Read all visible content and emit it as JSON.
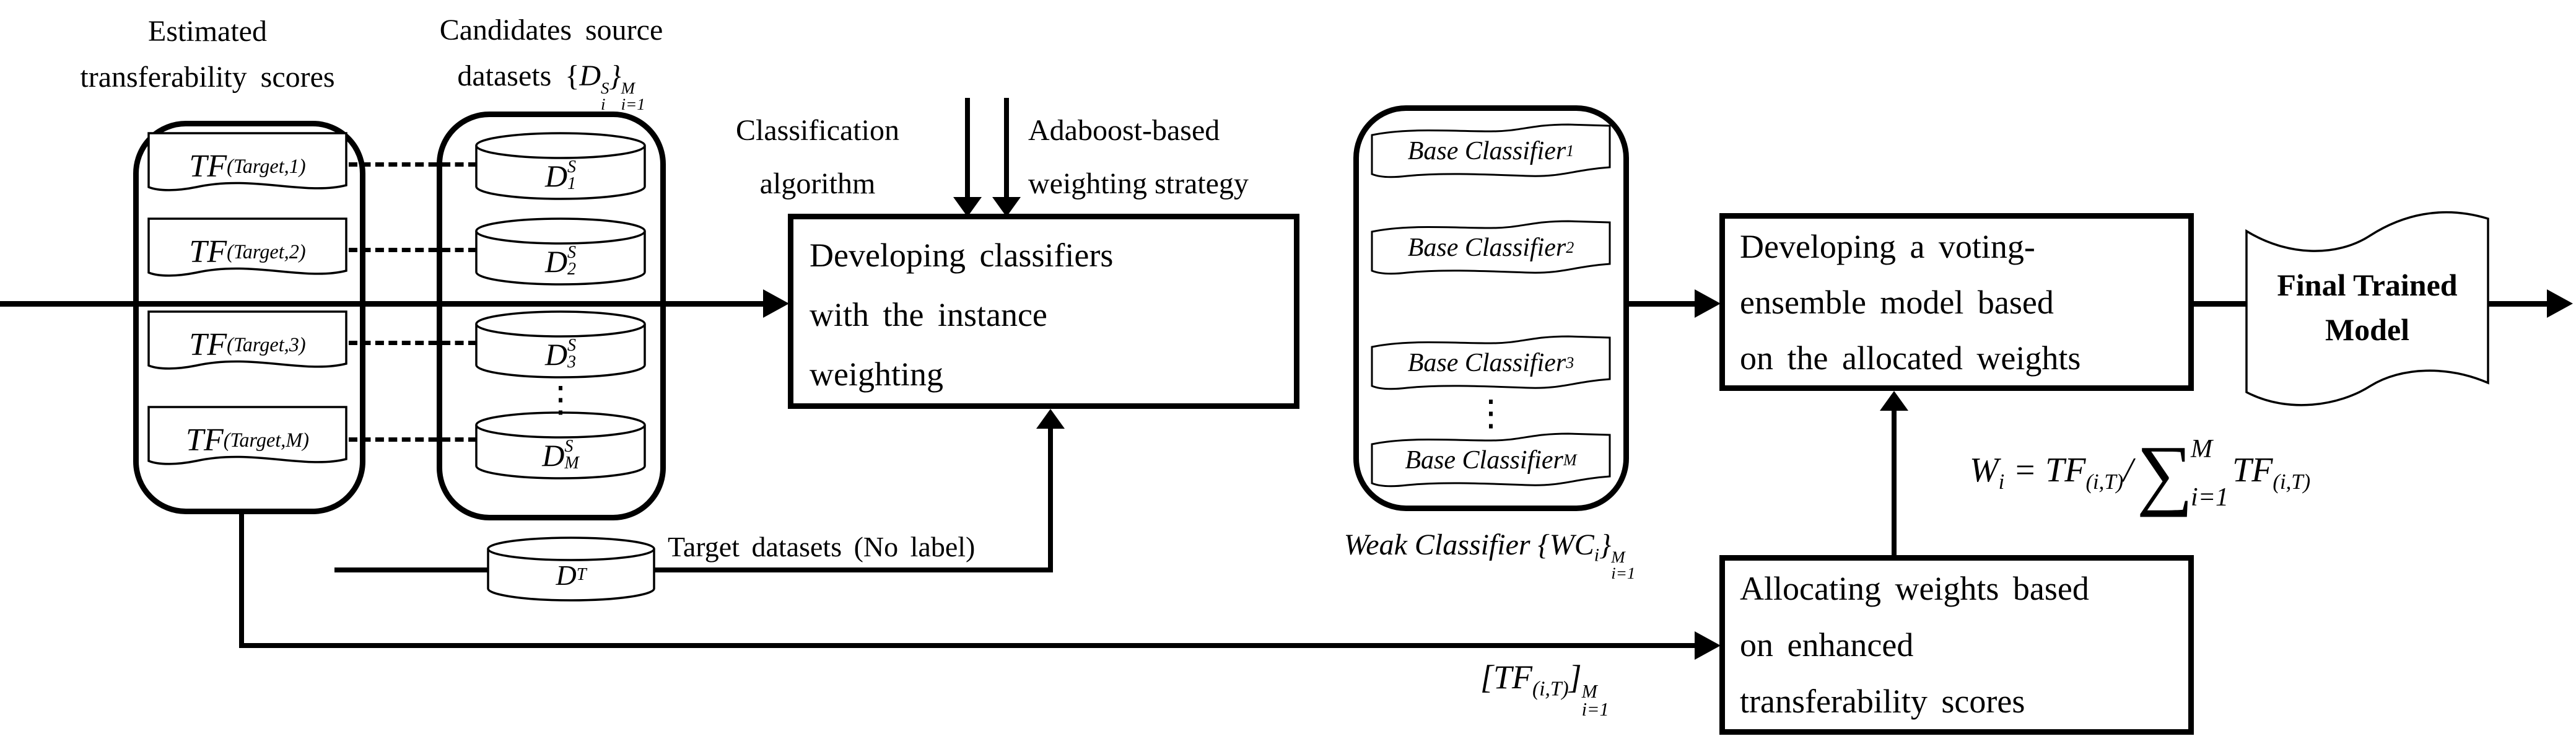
{
  "headings": {
    "estimated_line1": "Estimated",
    "estimated_line2": "transferability scores",
    "candidates_line1": "Candidates source",
    "candidates_prefix": "datasets {",
    "candidates_d": "D",
    "candidates_d_sup": "S",
    "candidates_d_sub": "i",
    "candidates_close": "}",
    "candidates_m": "M",
    "candidates_im": "i=1"
  },
  "tf_box": {
    "items": [
      {
        "base": "TF",
        "sub": "(Target,1)"
      },
      {
        "base": "TF",
        "sub": "(Target,2)"
      },
      {
        "base": "TF",
        "sub": "(Target,3)"
      },
      {
        "base": "TF",
        "sub": "(Target,M)"
      }
    ]
  },
  "source_box": {
    "dots": "⋮",
    "cylinders": [
      {
        "base": "D",
        "sup": "S",
        "sub": "1"
      },
      {
        "base": "D",
        "sup": "S",
        "sub": "2"
      },
      {
        "base": "D",
        "sup": "S",
        "sub": "3"
      },
      {
        "base": "D",
        "sup": "S",
        "sub": "M"
      }
    ]
  },
  "target": {
    "base": "D",
    "sup": "T",
    "label": "Target datasets (No label)"
  },
  "inputs": {
    "classification_line1": "Classification",
    "classification_line2": "algorithm",
    "adaboost_line1": "Adaboost-based",
    "adaboost_line2": "weighting strategy"
  },
  "dev_box": {
    "line1": "Developing classifiers",
    "line2": "with the instance",
    "line3": "weighting"
  },
  "weak_box": {
    "dots": "⋮",
    "flags": [
      {
        "base": "Base Classifier",
        "sub": "1"
      },
      {
        "base": "Base Classifier",
        "sub": "2"
      },
      {
        "base": "Base Classifier",
        "sub": "3"
      },
      {
        "base": "Base Classifier",
        "sub": "M"
      }
    ],
    "label_prefix": "Weak Classifier {",
    "label_wc": "WC",
    "label_wc_sub": "i",
    "label_close": "}",
    "label_m": "M",
    "label_im": "i=1"
  },
  "voting_box": {
    "line1": "Developing a voting-",
    "line2": "ensemble model based",
    "line3": "on the allocated weights"
  },
  "final_flag": {
    "line1": "Final Trained",
    "line2": "Model"
  },
  "alloc_box": {
    "line1": "Allocating weights based",
    "line2": "on enhanced",
    "line3": "transferability scores"
  },
  "formula": {
    "w": "W",
    "w_sub": "i",
    "eq": " = ",
    "tf1": "TF",
    "tf1_sub": "(i,T)",
    "slash": "/",
    "sigma": "∑",
    "sum_top": "M",
    "sum_bottom": "i=1",
    "tf2": "TF",
    "tf2_sub": "(i,T)"
  },
  "tf_vector": {
    "open": "[",
    "tf": "TF",
    "tf_sub": "(i,T)",
    "close": "]",
    "m": "M",
    "im": "i=1"
  },
  "colors": {
    "ink": "#000000",
    "background": "#ffffff"
  }
}
